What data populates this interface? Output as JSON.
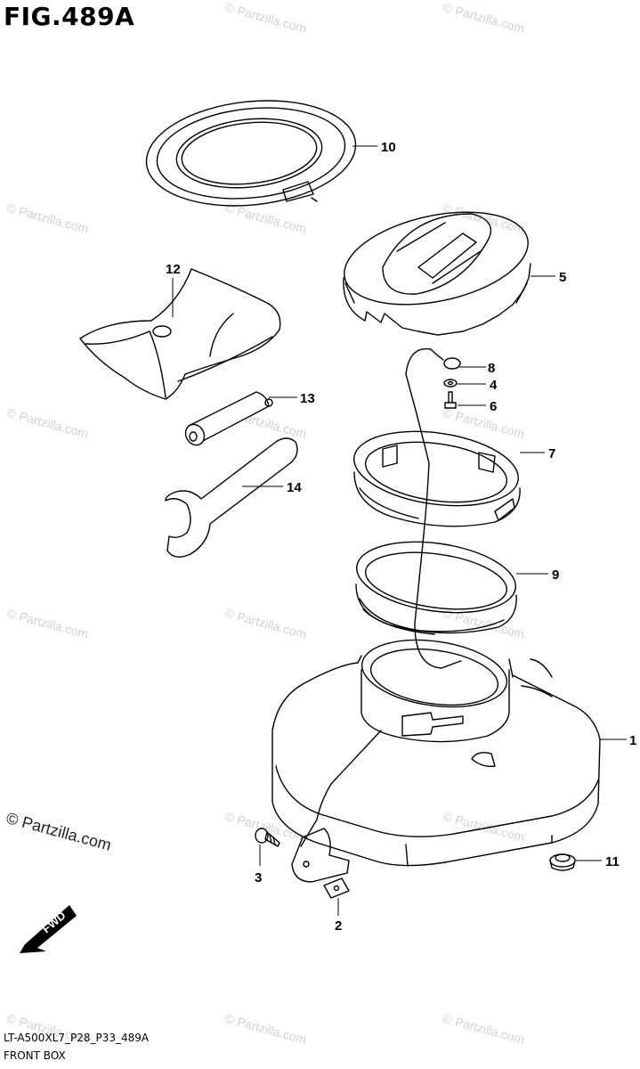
{
  "figure": {
    "title": "FIG.489A",
    "model_code": "LT-A500XL7_P28_P33_489A",
    "caption": "FRONT BOX"
  },
  "watermark": {
    "text": "© Partzilla.com"
  },
  "direction_arrow": {
    "label": "FWD"
  },
  "parts": [
    {
      "id": "part-1",
      "number": "1"
    },
    {
      "id": "part-2",
      "number": "2"
    },
    {
      "id": "part-3",
      "number": "3"
    },
    {
      "id": "part-4",
      "number": "4"
    },
    {
      "id": "part-5",
      "number": "5"
    },
    {
      "id": "part-6",
      "number": "6"
    },
    {
      "id": "part-7",
      "number": "7"
    },
    {
      "id": "part-8",
      "number": "8"
    },
    {
      "id": "part-9",
      "number": "9"
    },
    {
      "id": "part-10",
      "number": "10"
    },
    {
      "id": "part-11",
      "number": "11"
    },
    {
      "id": "part-12",
      "number": "12"
    },
    {
      "id": "part-13",
      "number": "13"
    },
    {
      "id": "part-14",
      "number": "14"
    }
  ]
}
